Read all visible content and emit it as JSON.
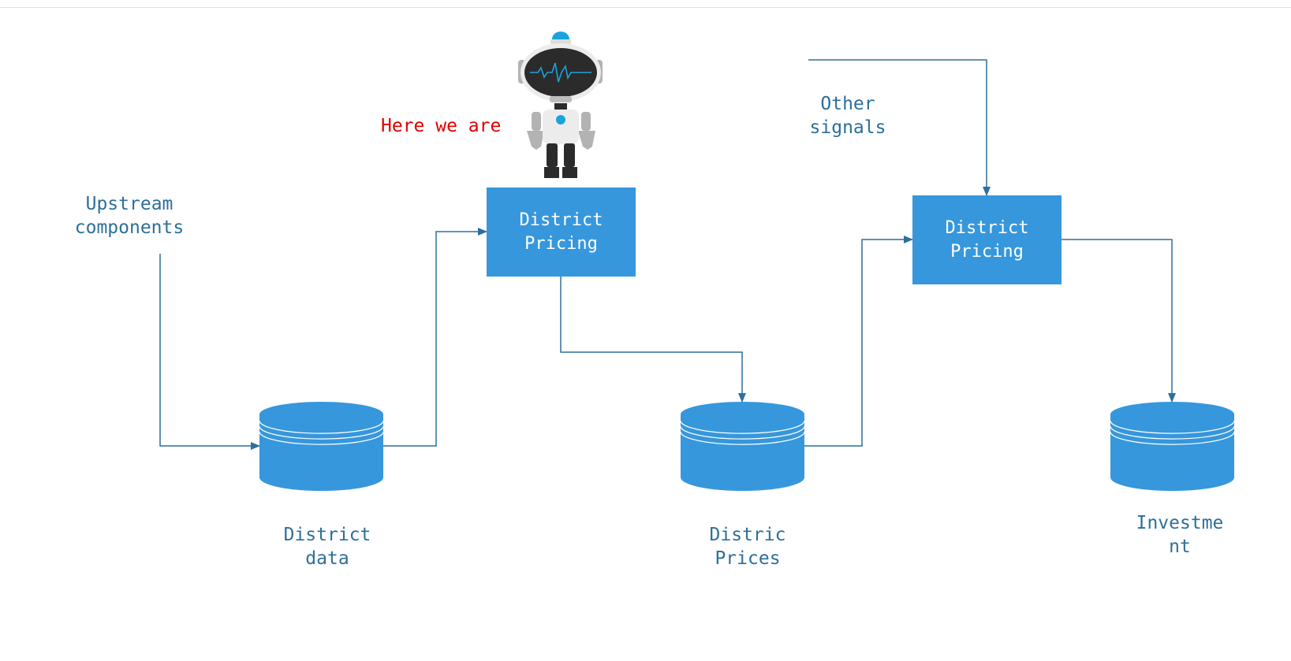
{
  "labels": {
    "upstream": "Upstream\ncomponents",
    "here_we_are": "Here we are",
    "other_signals": "Other\nsignals",
    "district_data": "District\ndata",
    "distric_prices": "Distric\nPrices",
    "investment": "Investme\nnt"
  },
  "processes": {
    "pricing_1": "District\nPricing",
    "pricing_2": "District\nPricing"
  },
  "colors": {
    "box_fill": "#3697dc",
    "connector": "#2e6f9c",
    "label_text": "#2d6f99",
    "highlight_text": "#e00000"
  },
  "icons": {
    "robot": "robot-mascot-icon",
    "database": "database-cylinder-icon"
  }
}
